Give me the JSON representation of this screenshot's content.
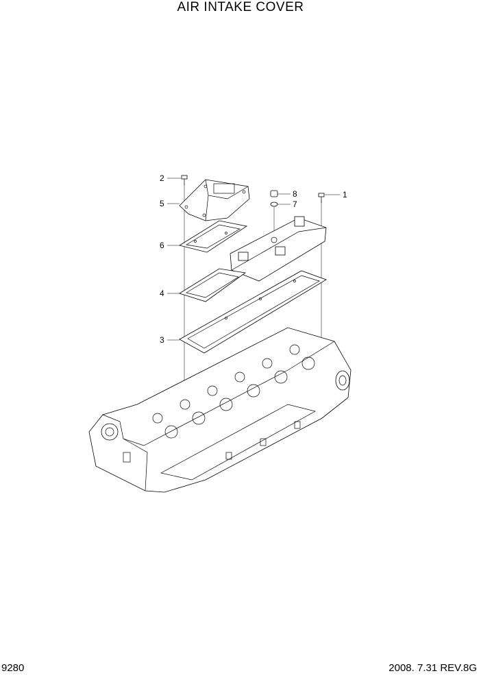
{
  "title": "AIR INTAKE COVER",
  "page_number": "9280",
  "revision": "2008. 7.31  REV.8G",
  "callouts": [
    "1",
    "2",
    "3",
    "4",
    "5",
    "6",
    "7",
    "8"
  ]
}
